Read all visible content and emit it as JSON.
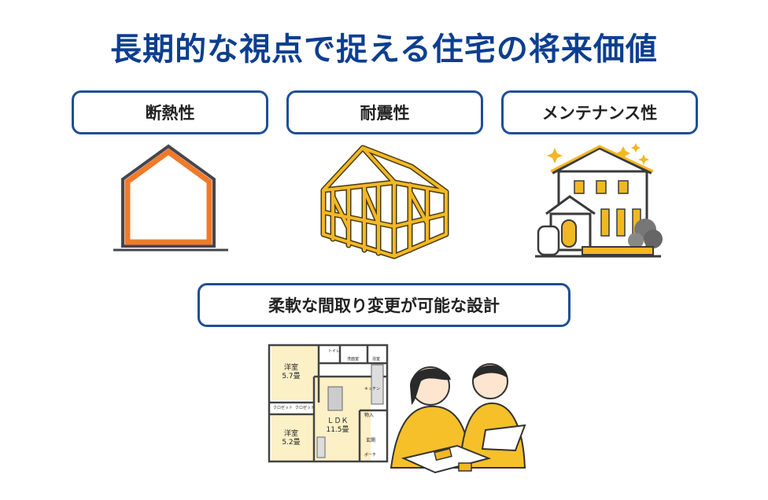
{
  "title": "長期的な視点で捉える住宅の将来価値",
  "labels": {
    "insulation": "断熱性",
    "earthquake": "耐震性",
    "maintenance": "メンテナンス性",
    "layout": "柔軟な間取り変更が可能な設計"
  },
  "floorplan": {
    "room1": "洋室",
    "room1_size": "5.7畳",
    "room2": "洋室",
    "room2_size": "5.2畳",
    "ldk": "ＬＤＫ",
    "ldk_size": "11.5畳",
    "toilet": "トイレ",
    "washroom": "洗面室",
    "bath": "浴室",
    "kitchen": "キッチン",
    "closet1": "クロゼット",
    "closet2": "クロゼット",
    "storage": "物入",
    "entrance": "玄関",
    "porch": "ポーチ"
  },
  "colors": {
    "navy": "#0d3f8f",
    "border": "#1f4f96",
    "orange": "#f07a2a",
    "gold": "#f2b824",
    "yellow_shirt": "#f5c02a"
  }
}
